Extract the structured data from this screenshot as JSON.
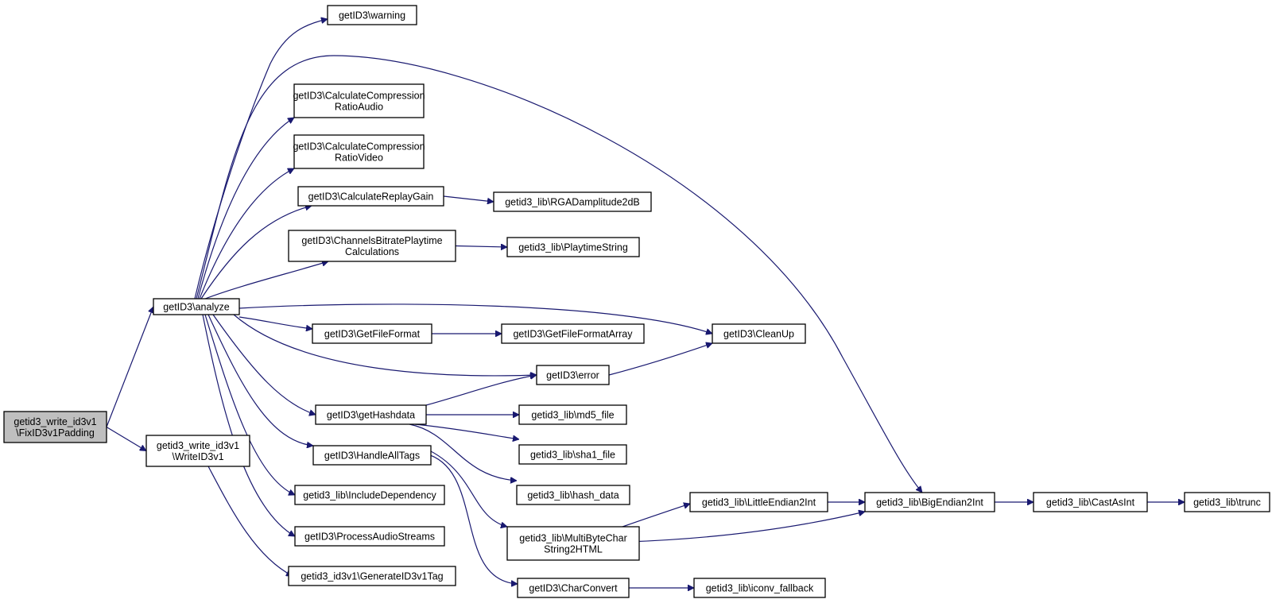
{
  "diagram_type": "call graph",
  "nodes": {
    "fix": [
      "getid3_write_id3v1",
      "\\FixID3v1Padding"
    ],
    "analyze": [
      "getID3\\analyze"
    ],
    "write": [
      "getid3_write_id3v1",
      "\\WriteID3v1"
    ],
    "warning": [
      "getID3\\warning"
    ],
    "ccraudio": [
      "getID3\\CalculateCompression",
      "RatioAudio"
    ],
    "ccrvideo": [
      "getID3\\CalculateCompression",
      "RatioVideo"
    ],
    "replaygain": [
      "getID3\\CalculateReplayGain"
    ],
    "channels": [
      "getID3\\ChannelsBitratePlaytime",
      "Calculations"
    ],
    "getfileformat": [
      "getID3\\GetFileFormat"
    ],
    "gethashdata": [
      "getID3\\getHashdata"
    ],
    "handlealltags": [
      "getID3\\HandleAllTags"
    ],
    "includedep": [
      "getid3_lib\\IncludeDependency"
    ],
    "processaudio": [
      "getID3\\ProcessAudioStreams"
    ],
    "generatetag": [
      "getid3_id3v1\\GenerateID3v1Tag"
    ],
    "rgad": [
      "getid3_lib\\RGADamplitude2dB"
    ],
    "playtime": [
      "getid3_lib\\PlaytimeString"
    ],
    "ffarray": [
      "getID3\\GetFileFormatArray"
    ],
    "error": [
      "getID3\\error"
    ],
    "md5": [
      "getid3_lib\\md5_file"
    ],
    "sha1": [
      "getid3_lib\\sha1_file"
    ],
    "hashdata": [
      "getid3_lib\\hash_data"
    ],
    "multibyte": [
      "getid3_lib\\MultiByteChar",
      "String2HTML"
    ],
    "charconvert": [
      "getID3\\CharConvert"
    ],
    "cleanup": [
      "getID3\\CleanUp"
    ],
    "littleendian": [
      "getid3_lib\\LittleEndian2Int"
    ],
    "bigendian": [
      "getid3_lib\\BigEndian2Int"
    ],
    "iconv": [
      "getid3_lib\\iconv_fallback"
    ],
    "castasint": [
      "getid3_lib\\CastAsInt"
    ],
    "trunc": [
      "getid3_lib\\trunc"
    ]
  },
  "edges": [
    [
      "fix",
      "analyze"
    ],
    [
      "fix",
      "write"
    ],
    [
      "analyze",
      "warning"
    ],
    [
      "analyze",
      "bigendian"
    ],
    [
      "analyze",
      "ccraudio"
    ],
    [
      "analyze",
      "ccrvideo"
    ],
    [
      "analyze",
      "replaygain"
    ],
    [
      "analyze",
      "channels"
    ],
    [
      "analyze",
      "cleanup"
    ],
    [
      "analyze",
      "getfileformat"
    ],
    [
      "analyze",
      "error"
    ],
    [
      "analyze",
      "gethashdata"
    ],
    [
      "analyze",
      "handlealltags"
    ],
    [
      "analyze",
      "includedep"
    ],
    [
      "analyze",
      "processaudio"
    ],
    [
      "write",
      "generatetag"
    ],
    [
      "replaygain",
      "rgad"
    ],
    [
      "channels",
      "playtime"
    ],
    [
      "getfileformat",
      "ffarray"
    ],
    [
      "error",
      "cleanup"
    ],
    [
      "gethashdata",
      "error"
    ],
    [
      "gethashdata",
      "md5"
    ],
    [
      "gethashdata",
      "sha1"
    ],
    [
      "gethashdata",
      "hashdata"
    ],
    [
      "handlealltags",
      "multibyte"
    ],
    [
      "handlealltags",
      "charconvert"
    ],
    [
      "multibyte",
      "littleendian"
    ],
    [
      "multibyte",
      "bigendian"
    ],
    [
      "littleendian",
      "bigendian"
    ],
    [
      "charconvert",
      "iconv"
    ],
    [
      "bigendian",
      "castasint"
    ],
    [
      "castasint",
      "trunc"
    ]
  ],
  "colors": {
    "edge": "#191970",
    "root_fill": "#bfbfbf",
    "node_fill": "#ffffff",
    "border": "#000000"
  }
}
